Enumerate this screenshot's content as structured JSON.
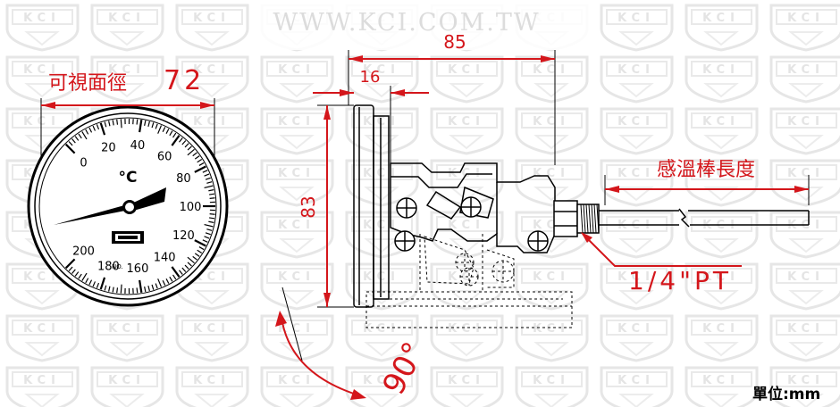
{
  "watermark": {
    "site": "WWW.KCI.COM.TW",
    "logo": "KCI"
  },
  "dimensions": {
    "visible_diameter_label": "可視面徑",
    "visible_diameter_value": "72",
    "total_length": "85",
    "depth": "16",
    "height": "83",
    "rotation": "90°",
    "probe_length_label": "感溫棒長度",
    "thread_label": "1/4\"PT"
  },
  "dial": {
    "unit": "°C",
    "tick_labels": [
      "0",
      "20",
      "40",
      "60",
      "80",
      "100",
      "120",
      "140",
      "160",
      "180",
      "200"
    ],
    "nameplate": "NO.",
    "range_min": 0,
    "range_max": 200
  },
  "footer": {
    "unit_note": "單位:mm"
  },
  "colors": {
    "dimension": "#d4161b",
    "drawing": "#000000"
  }
}
